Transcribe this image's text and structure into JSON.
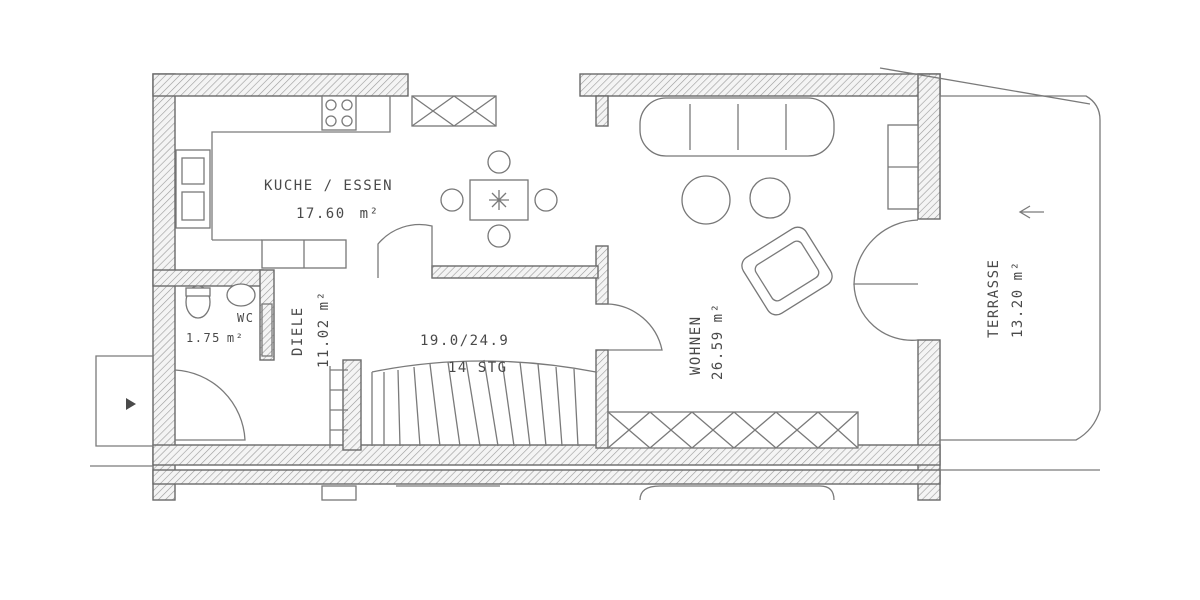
{
  "rooms": {
    "kitchen": {
      "name": "KUCHE / ESSEN",
      "area": "17.60",
      "unit": "m²"
    },
    "wc": {
      "name": "WC",
      "area": "1.75",
      "unit": "m²"
    },
    "hall": {
      "name": "DIELE",
      "area": "11.02",
      "unit": "m²"
    },
    "living": {
      "name": "WOHNEN",
      "area": "26.59",
      "unit": "m²"
    },
    "terrace": {
      "name": "TERRASSE",
      "area": "13.20",
      "unit": "m²"
    }
  },
  "stairs": {
    "ratio": "19.0/24.9",
    "steps": "14 STG"
  },
  "colors": {
    "line": "#6a6a6a",
    "paper": "#ffffff"
  },
  "icons": [
    "entrance-arrow-icon",
    "stove-icon",
    "sink-icon",
    "toilet-icon",
    "washbasin-icon",
    "plant-icon"
  ]
}
